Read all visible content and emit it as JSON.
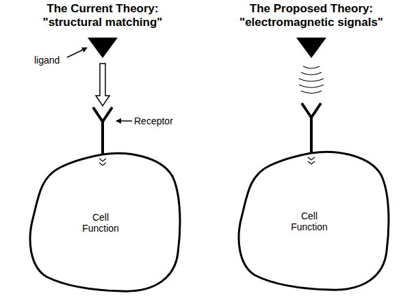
{
  "diagram": {
    "nodes": [
      {
        "text": [
          "Cell Function"
        ]
      },
      {
        "text": [
          "Cell Function"
        ]
      }
    ],
    "labels": [
      "The Current Theory: \"structural matching\"",
      "ligand",
      "Receptor",
      "The Proposed Theory: \"electromagnetic signals\""
    ]
  }
}
